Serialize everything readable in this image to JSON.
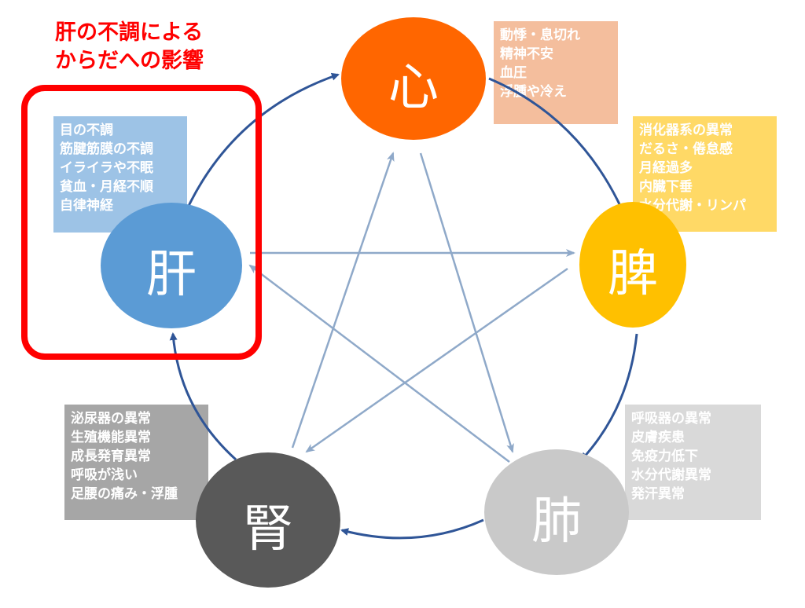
{
  "title": {
    "line1": "肝の不調による",
    "line2": "からだへの影響"
  },
  "organs": {
    "heart": {
      "label": "心",
      "color": "#ff6600"
    },
    "spleen": {
      "label": "脾",
      "color": "#ffc000"
    },
    "liver": {
      "label": "肝",
      "color": "#5b9bd5"
    },
    "lung": {
      "label": "肺",
      "color": "#c9c9c9"
    },
    "kidney": {
      "label": "腎",
      "color": "#595959"
    }
  },
  "boxes": {
    "liver": [
      "目の不調",
      "筋腱筋膜の不調",
      "イライラや不眠",
      "貧血・月経不順",
      "自律神経"
    ],
    "heart": [
      "動悸・息切れ",
      "精神不安",
      "血圧",
      "浮腫や冷え"
    ],
    "spleen": [
      "消化器系の異常",
      "だるさ・倦怠感",
      "月経過多",
      "内臓下垂",
      "水分代謝・リンパ"
    ],
    "kidney": [
      "泌尿器の異常",
      "生殖機能異常",
      "成長発育異常",
      "呼吸が浅い",
      "足腰の痛み・浮腫"
    ],
    "lung": [
      "呼吸器の異常",
      "皮膚疾患",
      "免疫力低下",
      "水分代謝異常",
      "発汗異常"
    ]
  },
  "colors": {
    "cycle_arrow": "#2f5597",
    "control_arrow": "#8fa9c9",
    "highlight": "#ff0000"
  }
}
